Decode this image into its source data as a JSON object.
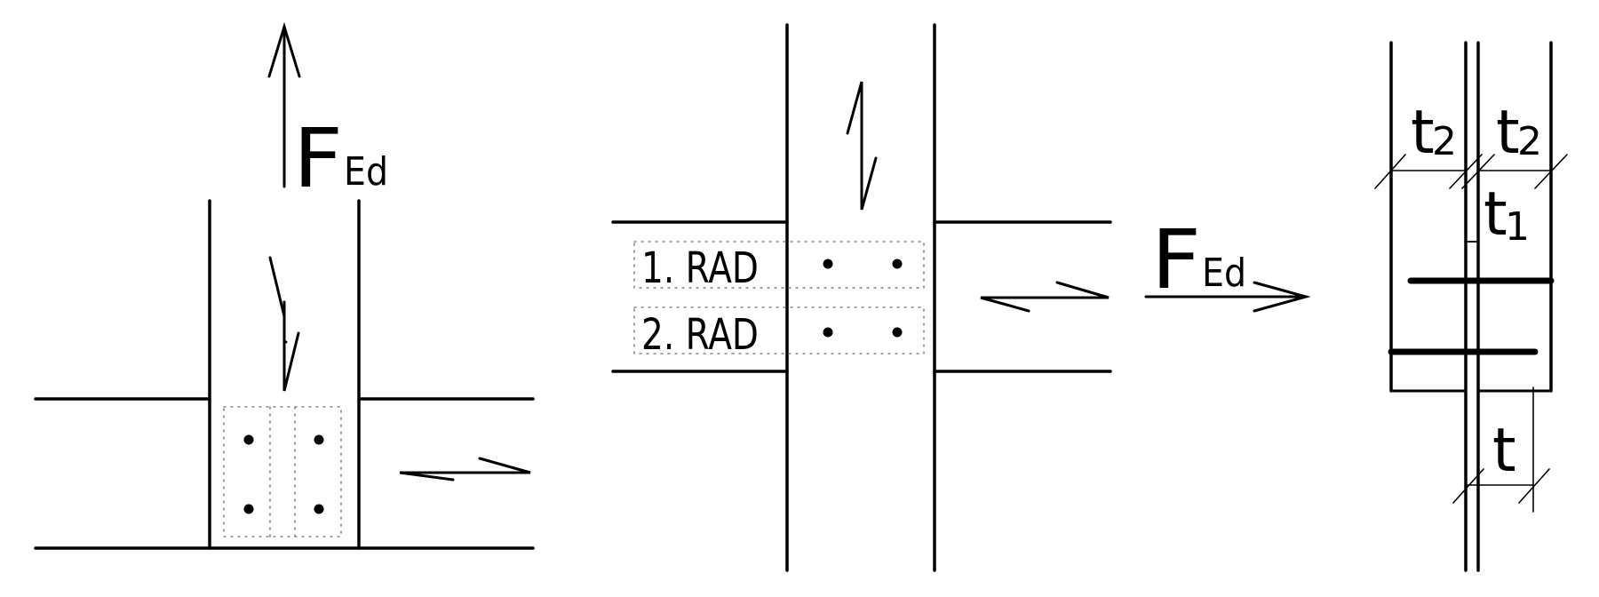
{
  "diagram": {
    "force_main": "F",
    "force_sub": "Ed",
    "row_labels": [
      "1. RAD",
      "2. RAD"
    ],
    "dim_t": "t",
    "dim_2": "2",
    "dim_1": "1"
  },
  "colors": {
    "line": "#000000",
    "dotted": "#888888"
  }
}
